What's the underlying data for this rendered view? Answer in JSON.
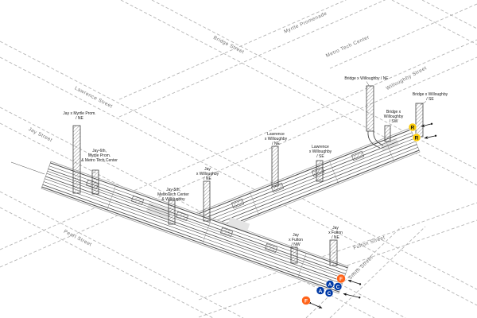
{
  "diagram": {
    "kind": "axonometric subway station cutaway over dashed street grid",
    "station_area": "Jay St / Willoughby St / Fulton St, Brooklyn"
  },
  "streets": [
    {
      "label": "Myrtle Promenade"
    },
    {
      "label": "Bridge Street"
    },
    {
      "label": "Metro Tech Center"
    },
    {
      "label": "Willoughby Street"
    },
    {
      "label": "Lawrence Street"
    },
    {
      "label": "Jay Street"
    },
    {
      "label": "Pearl Street"
    },
    {
      "label": "Fulton Street"
    },
    {
      "label": "Smith Street"
    }
  ],
  "exit_labels": [
    {
      "lines": [
        "Jay x Myrtle Prom.",
        "/ NE"
      ]
    },
    {
      "lines": [
        "Jay-6th,",
        "Myrtle Prom.",
        "& Metro Tech Center"
      ]
    },
    {
      "lines": [
        "Jay-5th,",
        "MetroTech Center",
        "& Willoughby"
      ]
    },
    {
      "lines": [
        "Jay",
        "x Willoughby",
        "/ NE"
      ]
    },
    {
      "lines": [
        "Lawrence",
        "x Willoughby",
        "/ NE"
      ]
    },
    {
      "lines": [
        "Lawrence",
        "x Willoughby",
        "/ SE"
      ]
    },
    {
      "lines": [
        "Bridge x Willoughby / NE"
      ]
    },
    {
      "lines": [
        "Bridge x",
        "Willoughby",
        "/ SW"
      ]
    },
    {
      "lines": [
        "Bridge x Willoughby",
        "/ SE"
      ]
    },
    {
      "lines": [
        "Jay",
        "x Fulton",
        "/ NE"
      ]
    },
    {
      "lines": [
        "Jay",
        "x Fulton",
        "/ NW"
      ]
    }
  ],
  "route_bullets": [
    {
      "letter": "R",
      "fill": "#FCCC0A",
      "text_color": "#111111"
    },
    {
      "letter": "R",
      "fill": "#FCCC0A",
      "text_color": "#111111"
    },
    {
      "letter": "F",
      "fill": "#FF6319",
      "text_color": "#ffffff"
    },
    {
      "letter": "A",
      "fill": "#0039A6",
      "text_color": "#ffffff"
    },
    {
      "letter": "C",
      "fill": "#0039A6",
      "text_color": "#ffffff"
    },
    {
      "letter": "A",
      "fill": "#0039A6",
      "text_color": "#ffffff"
    },
    {
      "letter": "C",
      "fill": "#0039A6",
      "text_color": "#ffffff"
    },
    {
      "letter": "F",
      "fill": "#FF6319",
      "text_color": "#ffffff"
    }
  ],
  "colors": {
    "ac_blue": "#0039A6",
    "f_orange": "#FF6319",
    "r_yellow": "#FCCC0A",
    "street_line": "#b5b5b5",
    "structure_line": "#3c3c3c",
    "exit_text": "#1a1a1a",
    "street_text": "#6e6e6e",
    "background": "#ffffff"
  }
}
